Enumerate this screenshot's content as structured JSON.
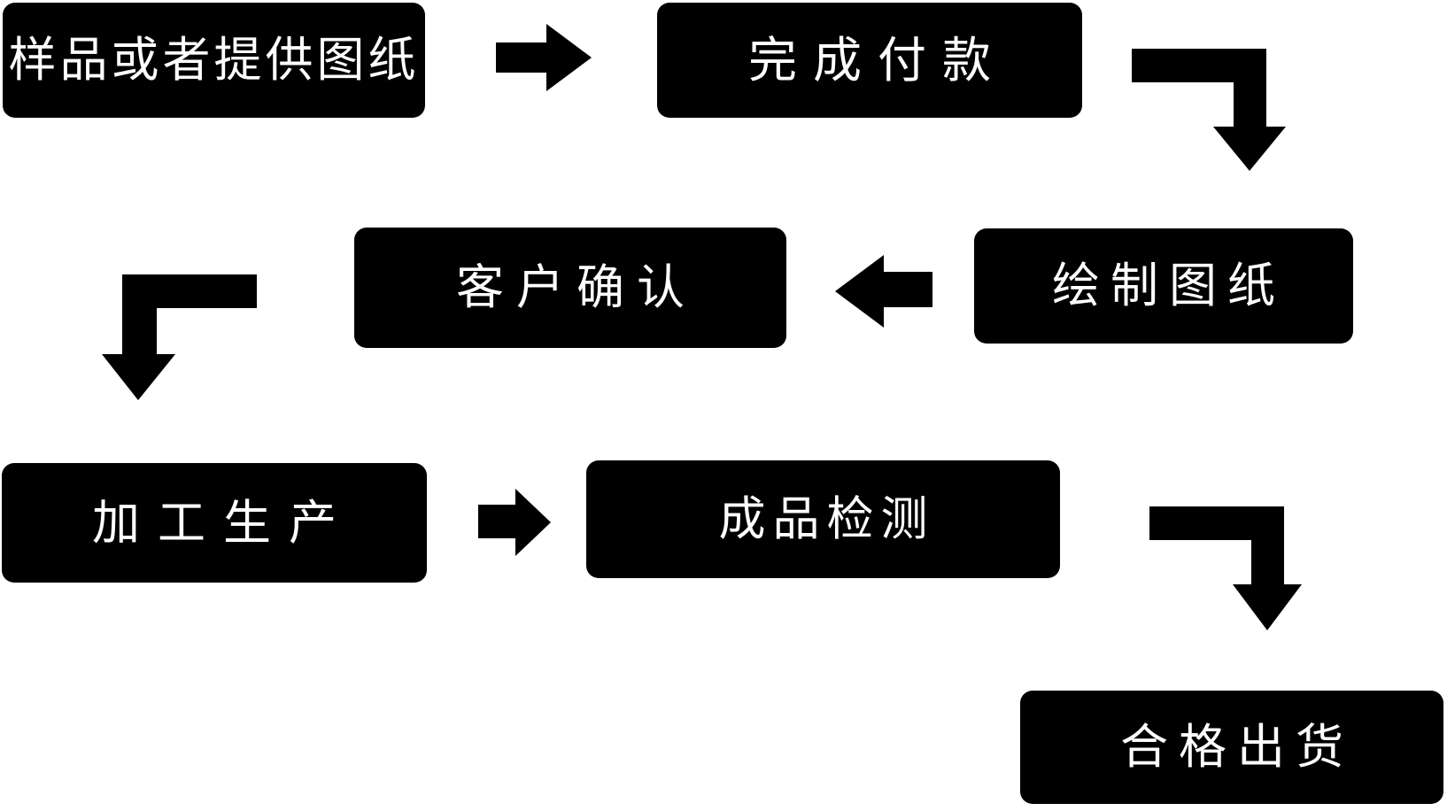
{
  "diagram": {
    "title": "production-process-flowchart",
    "background_color": "#ffffff",
    "node_fill_color": "#000000",
    "node_text_color": "#ffffff",
    "arrow_color": "#000000",
    "nodes": [
      {
        "id": "sample",
        "label": "样品或者提供图纸"
      },
      {
        "id": "payment",
        "label": "完成付款"
      },
      {
        "id": "drawing",
        "label": "绘制图纸"
      },
      {
        "id": "confirm",
        "label": "客户确认"
      },
      {
        "id": "production",
        "label": "加工生产"
      },
      {
        "id": "inspection",
        "label": "成品检测"
      },
      {
        "id": "shipment",
        "label": "合格出货"
      }
    ],
    "arrows": [
      {
        "icon": "right-arrow-icon",
        "from": "sample",
        "to": "payment"
      },
      {
        "icon": "elbow-down-arrow-icon",
        "from": "payment",
        "to": "drawing"
      },
      {
        "icon": "left-arrow-icon",
        "from": "drawing",
        "to": "confirm"
      },
      {
        "icon": "elbow-down-arrow-icon",
        "from": "confirm",
        "to": "production"
      },
      {
        "icon": "right-arrow-icon",
        "from": "production",
        "to": "inspection"
      },
      {
        "icon": "elbow-down-arrow-icon",
        "from": "inspection",
        "to": "shipment"
      }
    ]
  }
}
